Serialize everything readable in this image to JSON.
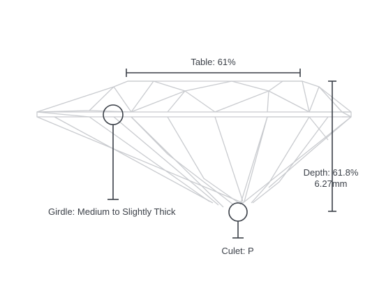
{
  "diagram": {
    "table_label": "Table: 61%",
    "girdle_label": "Girdle: Medium to Slightly Thick",
    "culet_label": "Culet: P",
    "depth_label": "Depth: 61.8%",
    "depth_mm": "6.27mm"
  },
  "colors": {
    "facet_lines": "#c9cbcf",
    "annotation": "#3a3f47",
    "background": "#ffffff"
  }
}
